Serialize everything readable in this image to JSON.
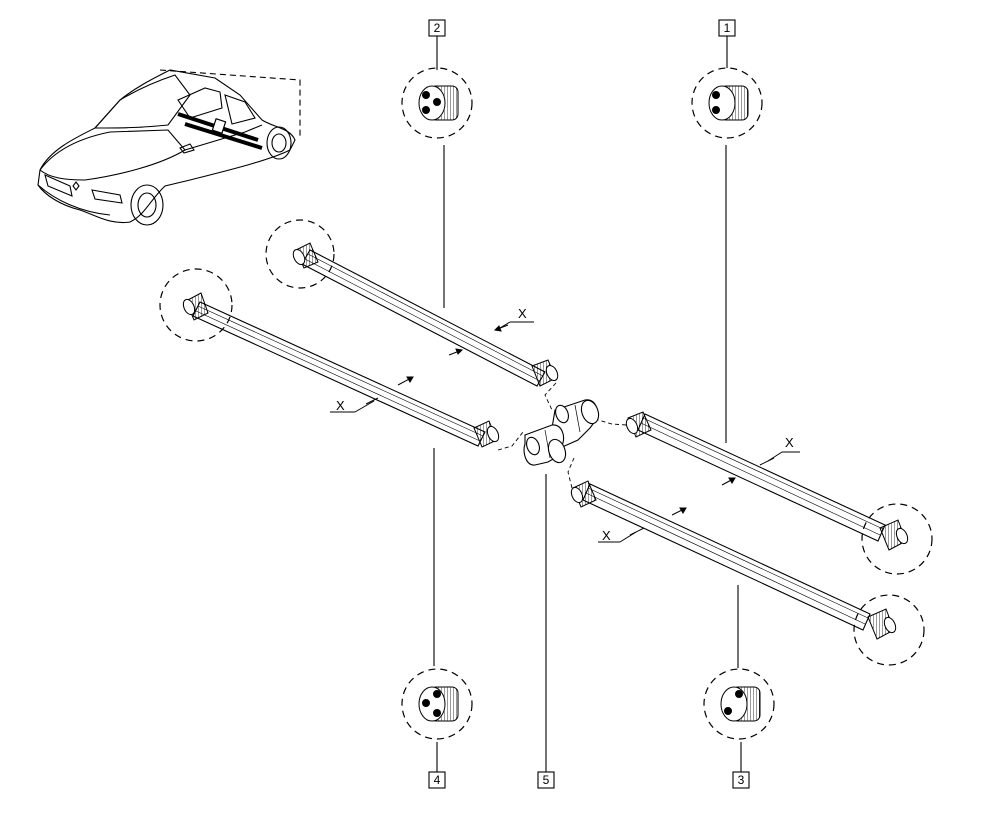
{
  "callouts": [
    {
      "id": "1",
      "label": "1"
    },
    {
      "id": "2",
      "label": "2"
    },
    {
      "id": "3",
      "label": "3"
    },
    {
      "id": "4",
      "label": "4"
    },
    {
      "id": "5",
      "label": "5"
    }
  ],
  "dimension_marks": [
    "X",
    "X",
    "X",
    "X"
  ],
  "colors": {
    "line": "#000000",
    "background": "#ffffff"
  }
}
